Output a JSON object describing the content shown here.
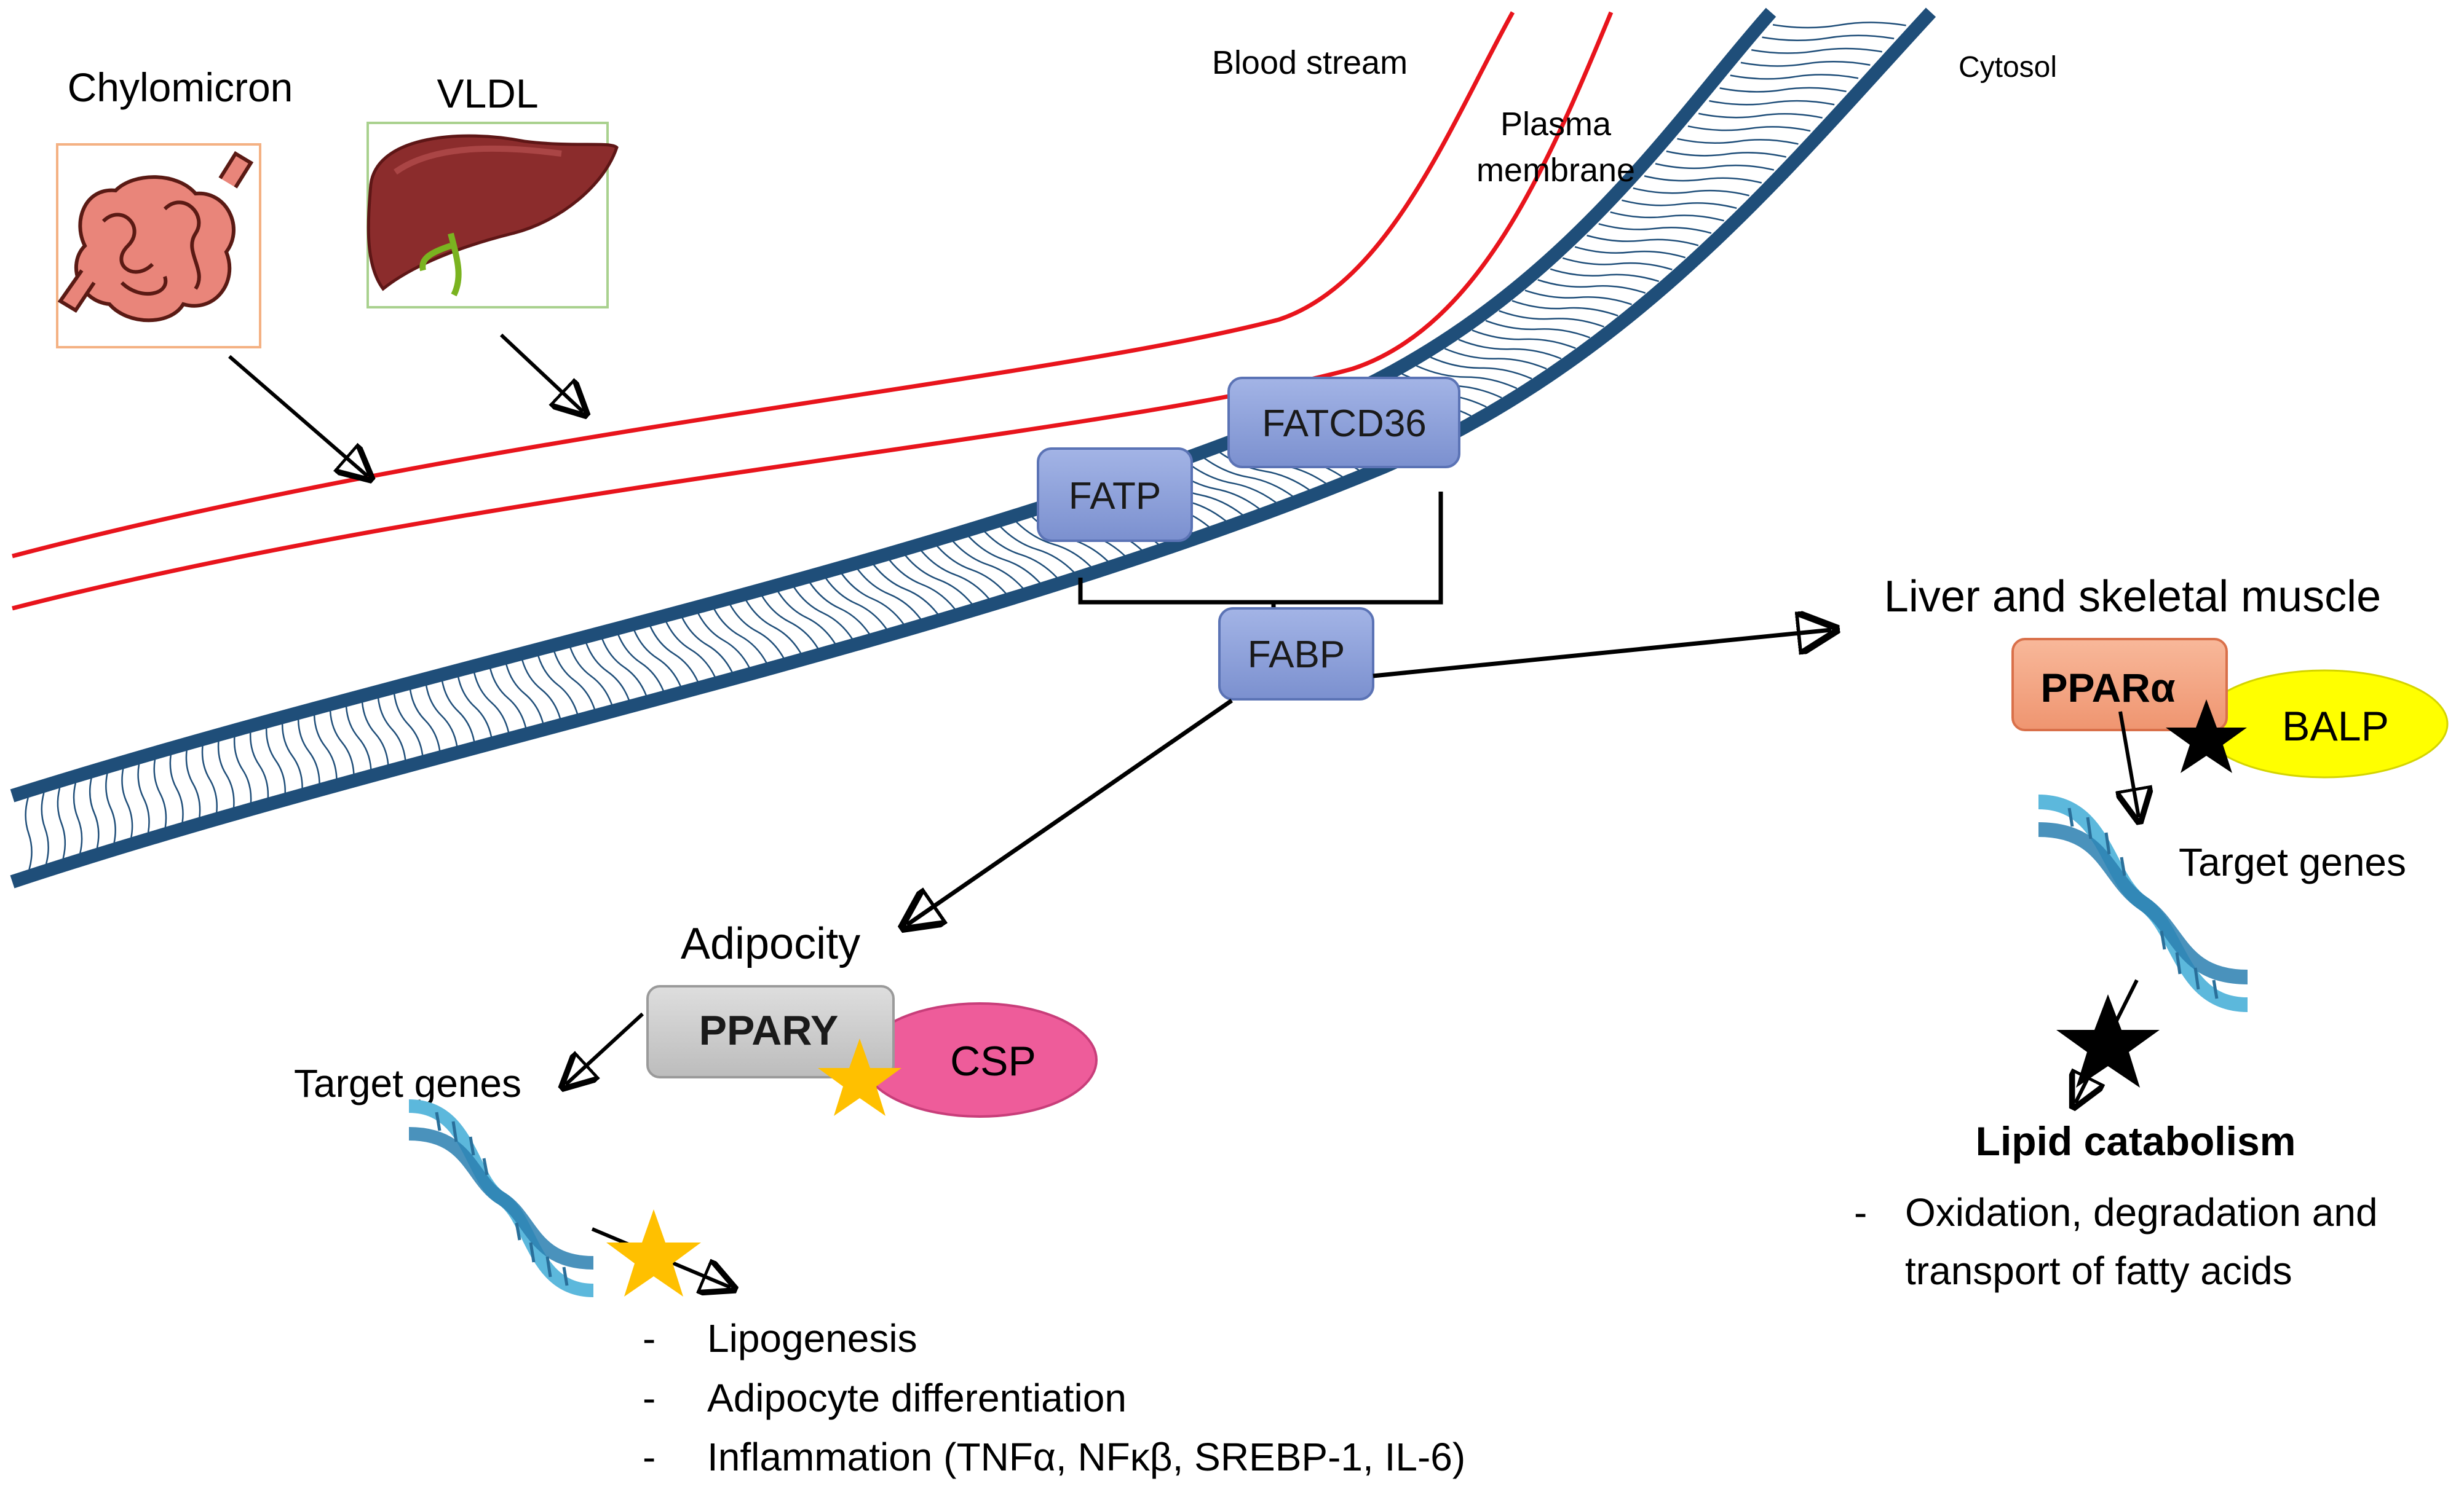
{
  "labels": {
    "chylomicron": "Chylomicron",
    "vldl": "VLDL",
    "blood_stream": "Blood stream",
    "plasma_membrane_line1": "Plasma",
    "plasma_membrane_line2": "membrane",
    "cytosol": "Cytosol"
  },
  "proteins": {
    "fatcd36": "FATCD36",
    "fatp": "FATP",
    "fabp": "FABP"
  },
  "liver_muscle": {
    "title": "Liver and skeletal muscle",
    "receptor": "PPARα",
    "ligand": "BALP",
    "target_genes": "Target genes",
    "outcome_title": "Lipid catabolism",
    "outcome_dash": "-",
    "outcome_line1": "Oxidation, degradation and",
    "outcome_line2": "transport of fatty acids"
  },
  "adipocyte": {
    "title": "Adipocity",
    "receptor": "PPARY",
    "ligand": "CSP",
    "target_genes": "Target genes",
    "outcomes": [
      "Lipogenesis",
      "Adipocyte differentiation",
      "Inflammation (TNFα, NFκβ, SREBP-1, IL-6)"
    ],
    "dash": "-"
  },
  "colors": {
    "membrane": "#1f4e79",
    "blood_vessel": "#e8141c",
    "protein_box": "#8ea2dc",
    "ppar_alpha_box": "#f4a582",
    "ppar_gamma_box": "#cccccc",
    "balp": "#ffff00",
    "csp": "#ee5c9a",
    "gold_star": "#ffc000",
    "black_star": "#000000",
    "chylomicron_frame": "#f4b183",
    "vldl_frame": "#a9d18e"
  },
  "icons": [
    "intestine-icon",
    "liver-icon",
    "dna-icon",
    "star-icon"
  ]
}
